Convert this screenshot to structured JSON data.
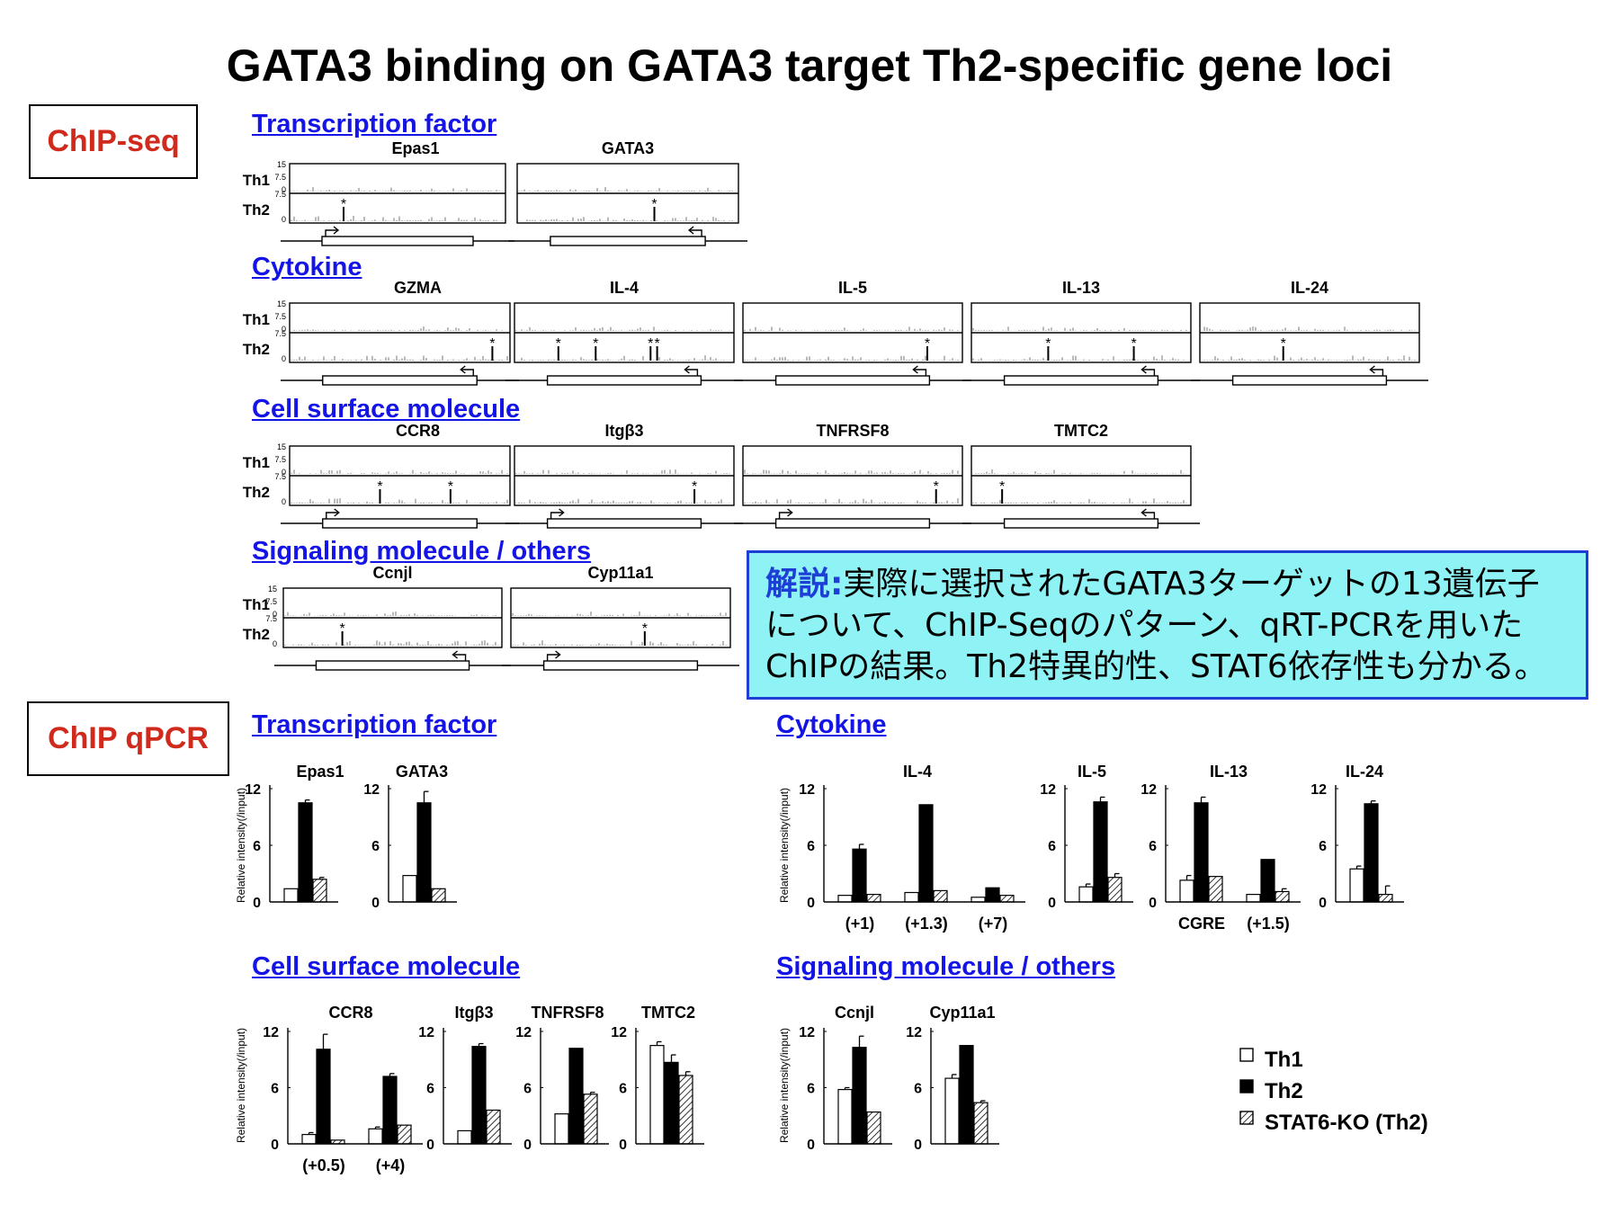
{
  "title": "GATA3 binding on GATA3 target Th2-specific gene loci",
  "chipseq_label": "ChIP-seq",
  "chipqpcr_label": "ChIP qPCR",
  "note": {
    "lead": "解説",
    "sep": ":",
    "body": "実際に選択されたGATA3ターゲットの13遺伝子について、ChIP-Seqのパターン、qRT-PCRを用いたChIPの結果。Th2特異的性、STAT6依存性も分かる。"
  },
  "seq_sections": [
    "Transcription factor",
    "Cytokine",
    "Cell surface molecule",
    "Signaling  molecule / others"
  ],
  "seq_panels": [
    {
      "gene": "Epas1",
      "row": 0,
      "col": 0,
      "dir": "R",
      "peaks": [
        0.25
      ]
    },
    {
      "gene": "GATA3",
      "row": 0,
      "col": 1,
      "dir": "L",
      "peaks": [
        0.62
      ]
    },
    {
      "gene": "GZMA",
      "row": 1,
      "col": 0,
      "dir": "L",
      "peaks": [
        0.92
      ]
    },
    {
      "gene": "IL-4",
      "row": 1,
      "col": 1,
      "dir": "L",
      "peaks": [
        0.2,
        0.37,
        0.62,
        0.65
      ]
    },
    {
      "gene": "IL-5",
      "row": 1,
      "col": 2,
      "dir": "L",
      "peaks": [
        0.84
      ]
    },
    {
      "gene": "IL-13",
      "row": 1,
      "col": 3,
      "dir": "L",
      "peaks": [
        0.35,
        0.74
      ]
    },
    {
      "gene": "IL-24",
      "row": 1,
      "col": 4,
      "dir": "L",
      "peaks": [
        0.38
      ]
    },
    {
      "gene": "CCR8",
      "row": 2,
      "col": 0,
      "dir": "R",
      "peaks": [
        0.41,
        0.73
      ]
    },
    {
      "gene": "Itgβ3",
      "row": 2,
      "col": 1,
      "dir": "R",
      "peaks": [
        0.82
      ]
    },
    {
      "gene": "TNFRSF8",
      "row": 2,
      "col": 2,
      "dir": "R",
      "peaks": [
        0.88
      ]
    },
    {
      "gene": "TMTC2",
      "row": 2,
      "col": 3,
      "dir": "L",
      "peaks": [
        0.14
      ]
    },
    {
      "gene": "Ccnjl",
      "row": 3,
      "col": 0,
      "dir": "L",
      "peaks": [
        0.27
      ]
    },
    {
      "gene": "Cyp11a1",
      "row": 3,
      "col": 1,
      "dir": "R",
      "peaks": [
        0.61
      ]
    }
  ],
  "track_labels": {
    "th1": "Th1",
    "th2": "Th2",
    "ticks": [
      "15",
      "7.5",
      "0"
    ],
    "peak_mark": "*"
  },
  "qpcr_sections": {
    "tf": "Transcription factor",
    "cyto": "Cytokine",
    "cell": "Cell surface molecule",
    "sig": "Signaling  molecule / others"
  },
  "qpcr_ylabel": "Relative intensity(/input)",
  "chart_data": [
    {
      "type": "bar",
      "panel": "Epas1",
      "ylim": [
        0,
        12
      ],
      "ticks": [
        "0",
        "6",
        "12"
      ],
      "groups": [
        {
          "label": "",
          "values": [
            1.4,
            10.5,
            2.4
          ],
          "err": [
            0,
            0.3,
            0.2
          ]
        }
      ]
    },
    {
      "type": "bar",
      "panel": "GATA3",
      "ylim": [
        0,
        12
      ],
      "ticks": [
        "0",
        "6",
        "12"
      ],
      "groups": [
        {
          "label": "",
          "values": [
            2.8,
            10.5,
            1.4
          ],
          "err": [
            0,
            1.2,
            0
          ]
        }
      ]
    },
    {
      "type": "bar",
      "panel": "IL-4",
      "ylim": [
        0,
        12
      ],
      "ticks": [
        "0",
        "6",
        "12"
      ],
      "groups": [
        {
          "label": "(+1)",
          "values": [
            0.7,
            5.6,
            0.8
          ],
          "err": [
            0,
            0.5,
            0
          ]
        },
        {
          "label": "(+1.3)",
          "values": [
            1.0,
            10.3,
            1.2
          ],
          "err": [
            0,
            0,
            0
          ]
        },
        {
          "label": "(+7)",
          "values": [
            0.5,
            1.5,
            0.7
          ],
          "err": [
            0,
            0,
            0
          ]
        }
      ]
    },
    {
      "type": "bar",
      "panel": "IL-5",
      "ylim": [
        0,
        12
      ],
      "ticks": [
        "0",
        "6",
        "12"
      ],
      "groups": [
        {
          "label": "",
          "values": [
            1.6,
            10.6,
            2.6
          ],
          "err": [
            0.3,
            0.5,
            0.4
          ]
        }
      ]
    },
    {
      "type": "bar",
      "panel": "IL-13",
      "ylim": [
        0,
        12
      ],
      "ticks": [
        "0",
        "6",
        "12"
      ],
      "groups": [
        {
          "label": "CGRE",
          "values": [
            2.3,
            10.5,
            2.7
          ],
          "err": [
            0.5,
            0.6,
            0
          ]
        },
        {
          "label": "(+1.5)",
          "values": [
            0.8,
            4.5,
            1.1
          ],
          "err": [
            0,
            0,
            0.3
          ]
        }
      ]
    },
    {
      "type": "bar",
      "panel": "IL-24",
      "ylim": [
        0,
        12
      ],
      "ticks": [
        "0",
        "6",
        "12"
      ],
      "groups": [
        {
          "label": "",
          "values": [
            3.5,
            10.4,
            0.8
          ],
          "err": [
            0.3,
            0.3,
            0.9
          ]
        }
      ]
    },
    {
      "type": "bar",
      "panel": "CCR8",
      "ylim": [
        0,
        12
      ],
      "ticks": [
        "0",
        "6",
        "12"
      ],
      "groups": [
        {
          "label": "(+0.5)",
          "values": [
            1.0,
            10.1,
            0.4
          ],
          "err": [
            0.2,
            1.6,
            0
          ]
        },
        {
          "label": "(+4)",
          "values": [
            1.6,
            7.2,
            2.0
          ],
          "err": [
            0.2,
            0.3,
            0
          ]
        }
      ]
    },
    {
      "type": "bar",
      "panel": "Itgβ3",
      "ylim": [
        0,
        12
      ],
      "ticks": [
        "0",
        "6",
        "12"
      ],
      "groups": [
        {
          "label": "",
          "values": [
            1.4,
            10.4,
            3.6
          ],
          "err": [
            0,
            0.3,
            0
          ]
        }
      ]
    },
    {
      "type": "bar",
      "panel": "TNFRSF8",
      "ylim": [
        0,
        12
      ],
      "ticks": [
        "0",
        "6",
        "12"
      ],
      "groups": [
        {
          "label": "",
          "values": [
            3.2,
            10.2,
            5.3
          ],
          "err": [
            0,
            0,
            0.2
          ]
        }
      ]
    },
    {
      "type": "bar",
      "panel": "TMTC2",
      "ylim": [
        0,
        12
      ],
      "ticks": [
        "0",
        "6",
        "12"
      ],
      "groups": [
        {
          "label": "",
          "values": [
            10.5,
            8.7,
            7.3
          ],
          "err": [
            0.4,
            0.8,
            0.4
          ]
        }
      ]
    },
    {
      "type": "bar",
      "panel": "Ccnjl",
      "ylim": [
        0,
        12
      ],
      "ticks": [
        "0",
        "6",
        "12"
      ],
      "groups": [
        {
          "label": "",
          "values": [
            5.8,
            10.3,
            3.4
          ],
          "err": [
            0.2,
            1.2,
            0
          ]
        }
      ]
    },
    {
      "type": "bar",
      "panel": "Cyp11a1",
      "ylim": [
        0,
        12
      ],
      "ticks": [
        "0",
        "6",
        "12"
      ],
      "groups": [
        {
          "label": "",
          "values": [
            7.0,
            10.5,
            4.4
          ],
          "err": [
            0.4,
            0,
            0.2
          ]
        }
      ]
    }
  ],
  "legend": [
    {
      "label": "Th1",
      "fill": "#ffffff"
    },
    {
      "label": "Th2",
      "fill": "#000000"
    },
    {
      "label": "STAT6-KO (Th2)",
      "fill": "hatch"
    }
  ]
}
